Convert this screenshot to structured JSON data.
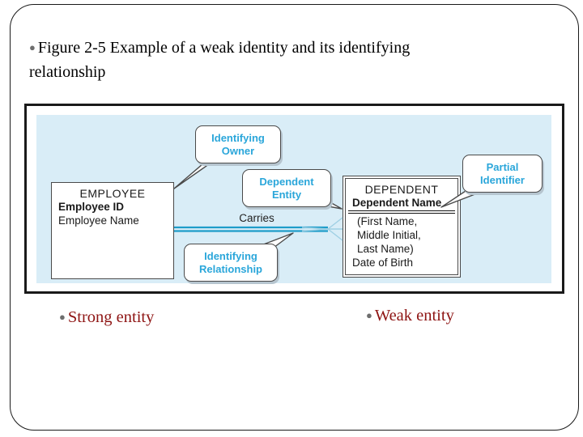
{
  "slide": {
    "title": {
      "bullet": "●",
      "line1": "Figure 2-5 Example of a weak identity and its identifying",
      "line2": "relationship"
    },
    "notes": [
      {
        "bullet": "●",
        "label": "Strong entity"
      },
      {
        "bullet": "●",
        "label": "Weak entity"
      }
    ]
  },
  "figure": {
    "callouts": {
      "identifying_owner": {
        "line1": "Identifying",
        "line2": "Owner"
      },
      "dependent_entity": {
        "line1": "Dependent",
        "line2": "Entity"
      },
      "partial_identifier": {
        "line1": "Partial",
        "line2": "Identifier"
      },
      "identifying_relationship": {
        "line1": "Identifying",
        "line2": "Relationship"
      }
    },
    "strong_entity": {
      "name": "EMPLOYEE",
      "attributes": [
        "Employee ID",
        "Employee Name"
      ]
    },
    "weak_entity": {
      "name": "DEPENDENT",
      "identifier": "Dependent Name",
      "attributes": [
        "(First Name,",
        "Middle Initial,",
        "Last Name)",
        "Date of Birth"
      ]
    },
    "relationship": {
      "label": "Carries"
    },
    "colors": {
      "panel_background": "#d9edf7",
      "relationship_line": "#1e9dc9",
      "crow_foot_line": "#9fd0e4",
      "callout_text": "#2aa6da",
      "callout_border": "#4a4a4a",
      "note_text": "#8e1413",
      "title_text": "#000000",
      "bullet_gray": "#6e6e6e"
    }
  }
}
